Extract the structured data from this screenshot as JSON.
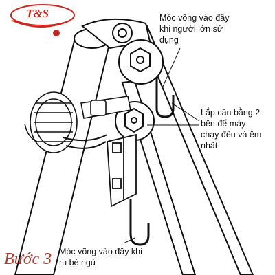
{
  "logo": {
    "text": "T&S",
    "color": "#c8281e"
  },
  "annotations": {
    "adult_hook": "Móc võng vào đây\nkhi người lớn sử\ndụng",
    "balance": "Lắp cân bằng 2\nbên  để máy\nchạy  đều và êm\nnhất",
    "baby_hook": "Móc võng  vào  đây khi\nru  bé ngủ"
  },
  "step_label": "Bước 3",
  "colors": {
    "line": "#111111",
    "step": "#b23a2e"
  },
  "icons": [
    "bolt-icon",
    "hook-icon",
    "motor-icon"
  ]
}
